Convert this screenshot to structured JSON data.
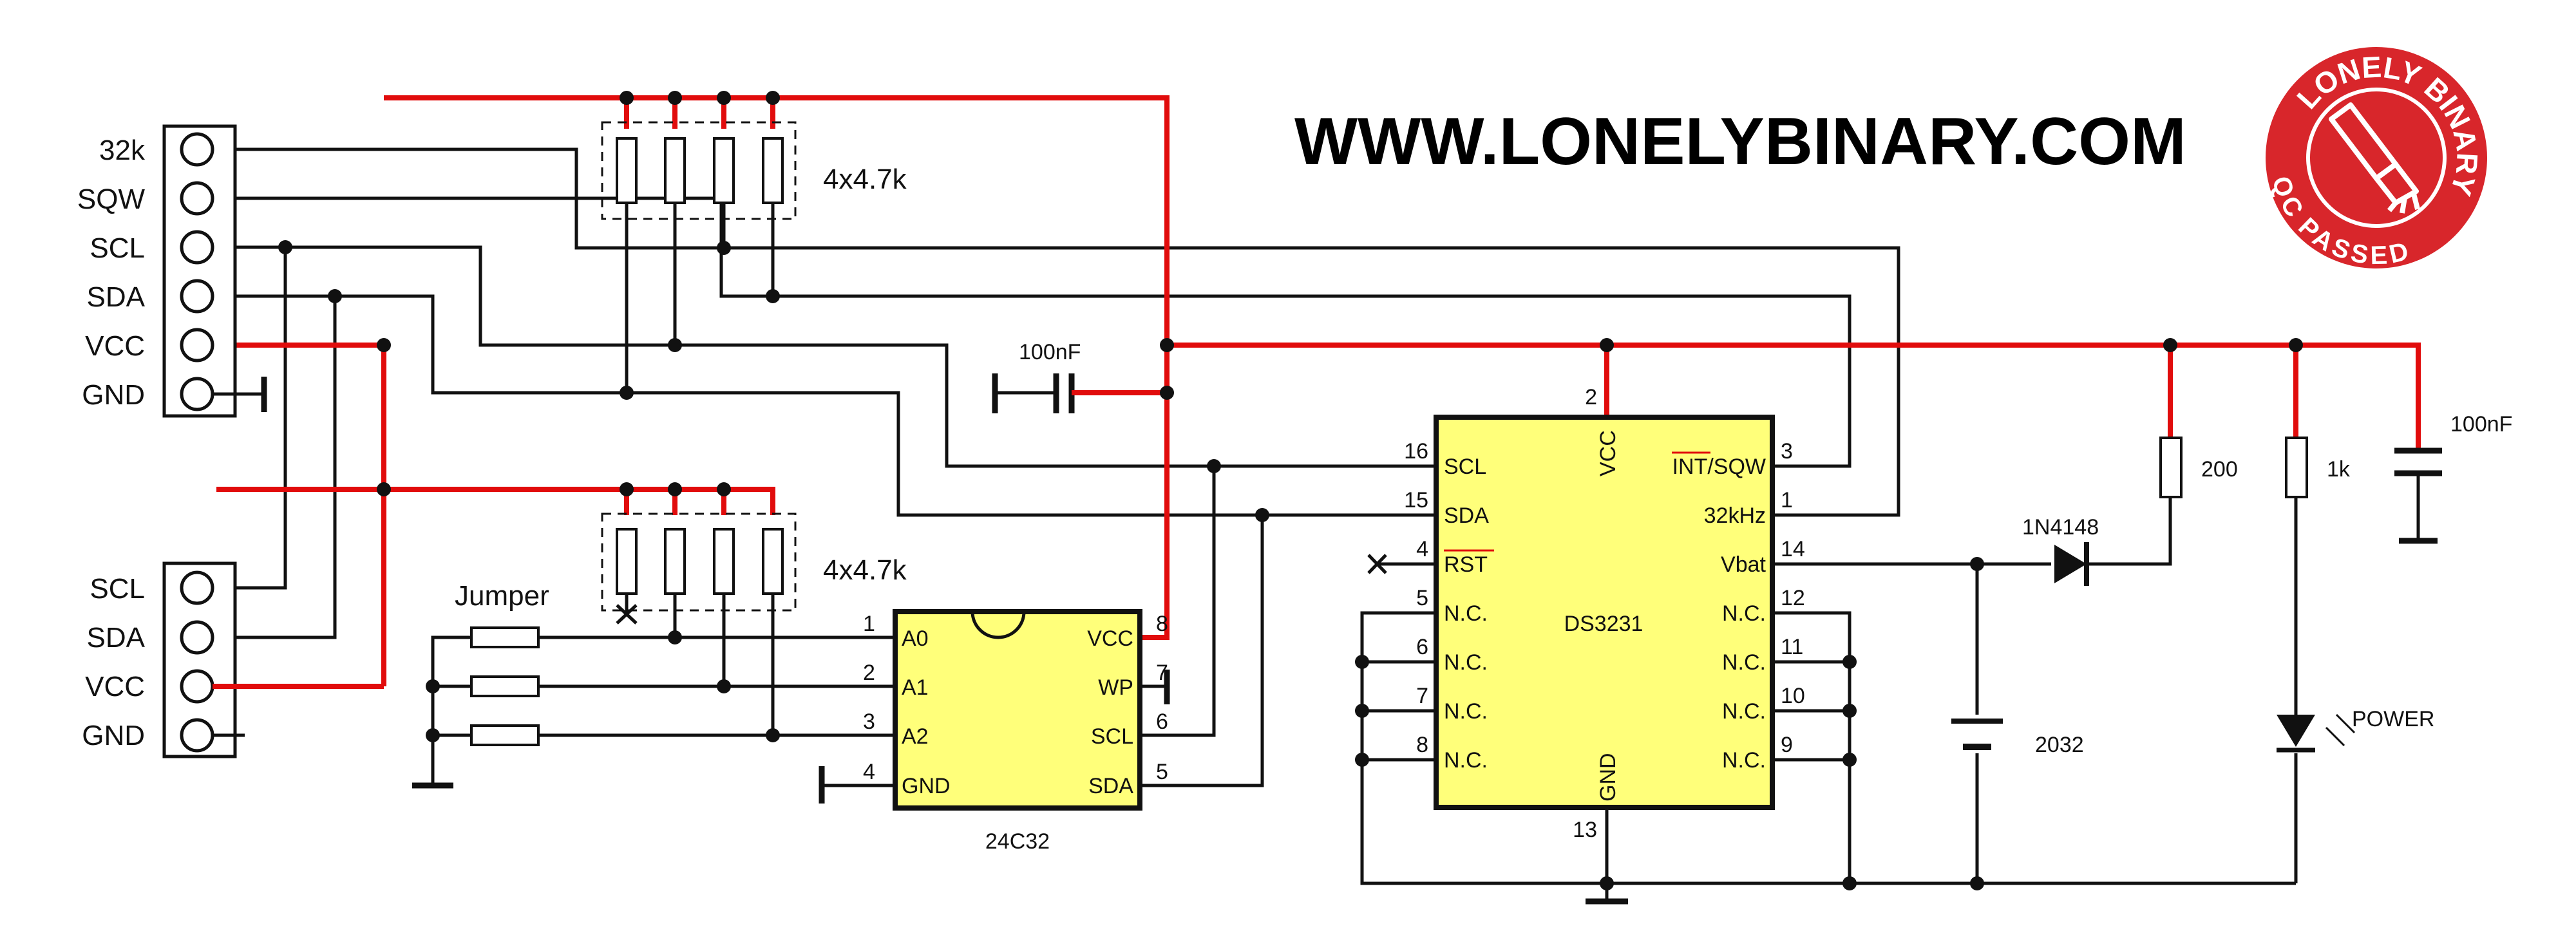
{
  "website": "WWW.LONELYBINARY.COM",
  "badge": {
    "top_text": "LONELY BINARY",
    "bottom_text": "QC PASSED",
    "color": "#d8262b"
  },
  "connector_top": {
    "pins": [
      "32k",
      "SQW",
      "SCL",
      "SDA",
      "VCC",
      "GND"
    ]
  },
  "connector_bottom": {
    "pins": [
      "SCL",
      "SDA",
      "VCC",
      "GND"
    ]
  },
  "resistor_arrays": {
    "top_label": "4x4.7k",
    "bottom_label": "4x4.7k"
  },
  "jumper_label": "Jumper",
  "cap_top_label": "100nF",
  "cap_right_label": "100nF",
  "eeprom": {
    "name": "24C32",
    "left_pins": [
      {
        "num": "1",
        "name": "A0"
      },
      {
        "num": "2",
        "name": "A1"
      },
      {
        "num": "3",
        "name": "A2"
      },
      {
        "num": "4",
        "name": "GND"
      }
    ],
    "right_pins": [
      {
        "num": "8",
        "name": "VCC"
      },
      {
        "num": "7",
        "name": "WP"
      },
      {
        "num": "6",
        "name": "SCL"
      },
      {
        "num": "5",
        "name": "SDA"
      }
    ]
  },
  "rtc": {
    "name": "DS3231",
    "top_pin": {
      "num": "2",
      "name": "VCC"
    },
    "bottom_pin": {
      "num": "13",
      "name": "GND"
    },
    "left_pins": [
      {
        "num": "16",
        "name": "SCL"
      },
      {
        "num": "15",
        "name": "SDA"
      },
      {
        "num": "4",
        "name": "RST"
      },
      {
        "num": "5",
        "name": "N.C."
      },
      {
        "num": "6",
        "name": "N.C."
      },
      {
        "num": "7",
        "name": "N.C."
      },
      {
        "num": "8",
        "name": "N.C."
      }
    ],
    "right_pins": [
      {
        "num": "3",
        "name": "INT/SQW"
      },
      {
        "num": "1",
        "name": "32kHz"
      },
      {
        "num": "14",
        "name": "Vbat"
      },
      {
        "num": "12",
        "name": "N.C."
      },
      {
        "num": "11",
        "name": "N.C."
      },
      {
        "num": "10",
        "name": "N.C."
      },
      {
        "num": "9",
        "name": "N.C."
      }
    ]
  },
  "diode_label": "1N4148",
  "r_charge_label": "200",
  "r_led_label": "1k",
  "battery_label": "2032",
  "led_label": "POWER",
  "colors": {
    "power_wire": "#e10c0c",
    "signal_wire": "#111111",
    "ic_fill": "#ffff7a"
  }
}
